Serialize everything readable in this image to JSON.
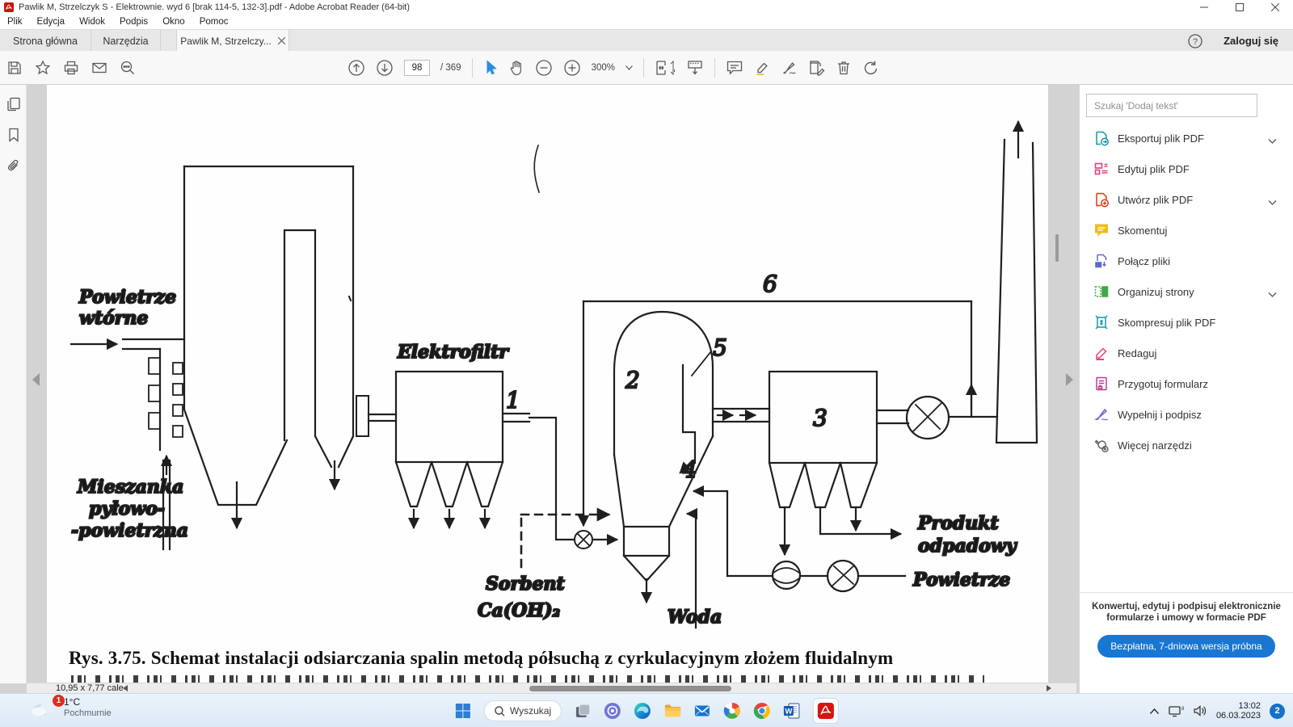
{
  "window": {
    "title": "Pawlik M, Strzelczyk S - Elektrownie. wyd 6 [brak 114-5, 132-3].pdf - Adobe Acrobat Reader (64-bit)"
  },
  "menu_bar": {
    "items": [
      "Plik",
      "Edycja",
      "Widok",
      "Podpis",
      "Okno",
      "Pomoc"
    ]
  },
  "tab_bar": {
    "home_tab": "Strona główna",
    "tools_tab": "Narzędzia",
    "doc_tab": "Pawlik M, Strzelczy...",
    "sign_in": "Zaloguj się"
  },
  "toolbar": {
    "page_current": "98",
    "page_total": "/ 369",
    "zoom_level": "300%"
  },
  "right_panel": {
    "search_placeholder": "Szukaj 'Dodaj tekst'",
    "tools": [
      {
        "label": "Eksportuj plik PDF",
        "expandable": true
      },
      {
        "label": "Edytuj plik PDF",
        "expandable": false
      },
      {
        "label": "Utwórz plik PDF",
        "expandable": true
      },
      {
        "label": "Skomentuj",
        "expandable": false
      },
      {
        "label": "Połącz pliki",
        "expandable": false
      },
      {
        "label": "Organizuj strony",
        "expandable": true
      },
      {
        "label": "Skompresuj plik PDF",
        "expandable": false
      },
      {
        "label": "Redaguj",
        "expandable": false
      },
      {
        "label": "Przygotuj formularz",
        "expandable": false
      },
      {
        "label": "Wypełnij i podpisz",
        "expandable": false
      },
      {
        "label": "Więcej narzędzi",
        "expandable": false
      }
    ],
    "promo_line1": "Konwertuj, edytuj i podpisuj elektronicznie",
    "promo_line2": "formularze i umowy w formacie PDF",
    "promo_button": "Bezpłatna, 7-dniowa wersja próbna"
  },
  "document": {
    "caption": "Rys. 3.75. Schemat instalacji odsiarczania spalin metodą półsuchą z cyrkulacyjnym złożem fluidalnym",
    "size_indicator": "10,95 x 7,77 cale",
    "diagram": {
      "powietrze_wtorne_1": "Powietrze",
      "powietrze_wtorne_2": "wtórne",
      "mieszanka_1": "Mieszanka",
      "mieszanka_2": "pyłowo-",
      "mieszanka_3": "-powietrzna",
      "elektrofiltr": "Elektrofiltr",
      "sorbent_1": "Sorbent",
      "sorbent_2": "Ca(OH)₂",
      "woda": "Woda",
      "produkt_1": "Produkt",
      "produkt_2": "odpadowy",
      "powietrze": "Powietrze",
      "num1": "1",
      "num2": "2",
      "num3": "3",
      "num4": "4",
      "num5": "5",
      "num6": "6"
    }
  },
  "taskbar": {
    "weather_badge": "1",
    "weather_temp": "1°C",
    "weather_desc": "Pochmurnie",
    "search_label": "Wyszukaj",
    "time": "13:02",
    "date": "06.03.2023",
    "notification_count": "2"
  }
}
